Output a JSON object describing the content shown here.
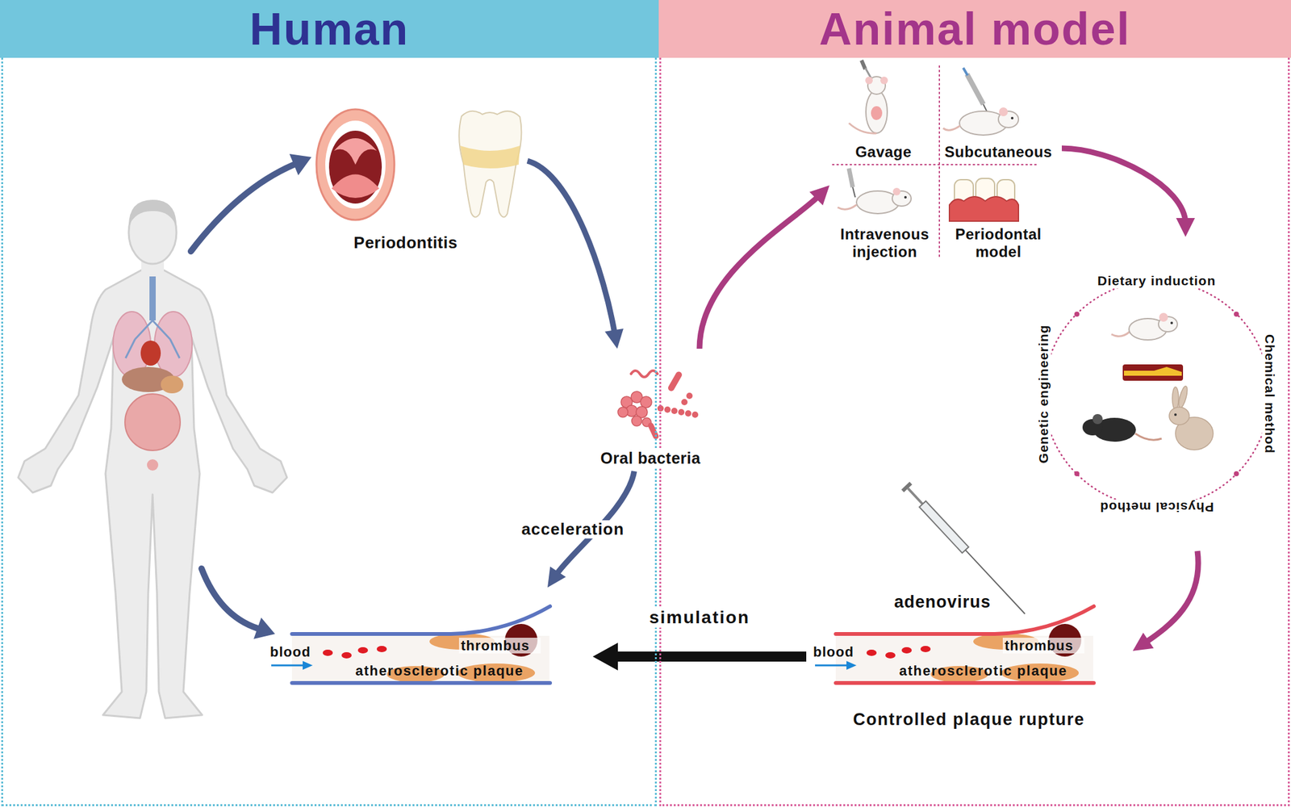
{
  "diagram": {
    "nodes": [
      {
        "text": [
          "Human"
        ]
      },
      {
        "text": [
          "Periodontitis"
        ],
        "in": 0
      },
      {
        "text": [
          "Oral bacteria"
        ]
      },
      {
        "text": [
          "blood",
          "thrombus",
          "atherosclerotic plaque"
        ],
        "in": 0
      },
      {
        "text": [
          "Animal model"
        ]
      },
      {
        "text": [
          "Gavage",
          "Subcutaneous",
          "Intravenous injection",
          "Periodontal model"
        ],
        "in": 4
      },
      {
        "text": [
          "Dietary induction",
          "Chemical method",
          "Physical method",
          "Genetic engineering"
        ],
        "in": 4
      },
      {
        "text": [
          "adenovirus",
          "blood",
          "thrombus",
          "atherosclerotic plaque",
          "Controlled plaque rupture"
        ],
        "in": 4
      }
    ],
    "edges": [
      {
        "from": 1,
        "to": 2,
        "arrow": "to"
      },
      {
        "from": 2,
        "to": 3,
        "label": "acceleration",
        "arrow": "to"
      },
      {
        "from": 2,
        "to": 5,
        "arrow": "to"
      },
      {
        "from": 5,
        "to": 6,
        "arrow": "to"
      },
      {
        "from": 6,
        "to": 7,
        "arrow": "to"
      },
      {
        "from": 7,
        "to": 3,
        "label": "simulation",
        "arrow": "to"
      }
    ]
  }
}
